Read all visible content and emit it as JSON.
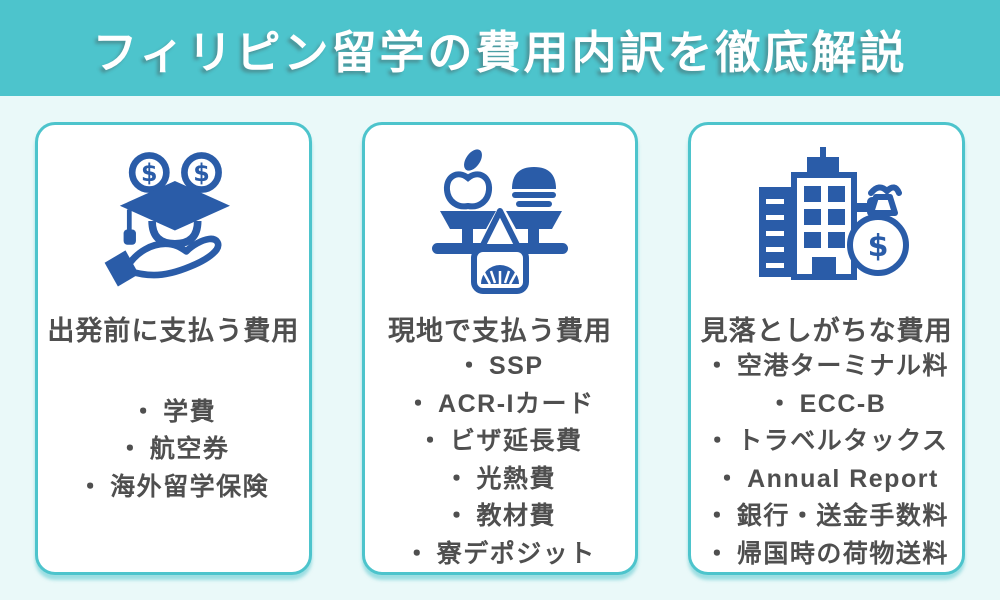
{
  "title": "フィリピン留学の費用内訳を徹底解説",
  "bullet": "・",
  "colors": {
    "header_bg": "#4DC4CC",
    "page_bg": "#EAF9F9",
    "card_border": "#4DC4CC",
    "icon_blue": "#2A5CA8",
    "text": "#4F4F4F",
    "title_text": "#FFFFFF"
  },
  "cards": [
    {
      "icon": "hand-graduation-cap-coins-icon",
      "heading": "出発前に支払う費用",
      "items": [
        "学費",
        "航空券",
        "海外留学保険"
      ]
    },
    {
      "icon": "balance-scale-food-icon",
      "heading": "現地で支払う費用",
      "items": [
        "SSP",
        "ACR-Iカード",
        "ビザ延長費",
        "光熱費",
        "教材費",
        "寮デポジット"
      ]
    },
    {
      "icon": "building-money-bag-icon",
      "heading": "見落としがちな費用",
      "items": [
        "空港ターミナル料",
        "ECC-B",
        "トラベルタックス",
        "Annual Report",
        "銀行・送金手数料",
        "帰国時の荷物送料"
      ]
    }
  ]
}
